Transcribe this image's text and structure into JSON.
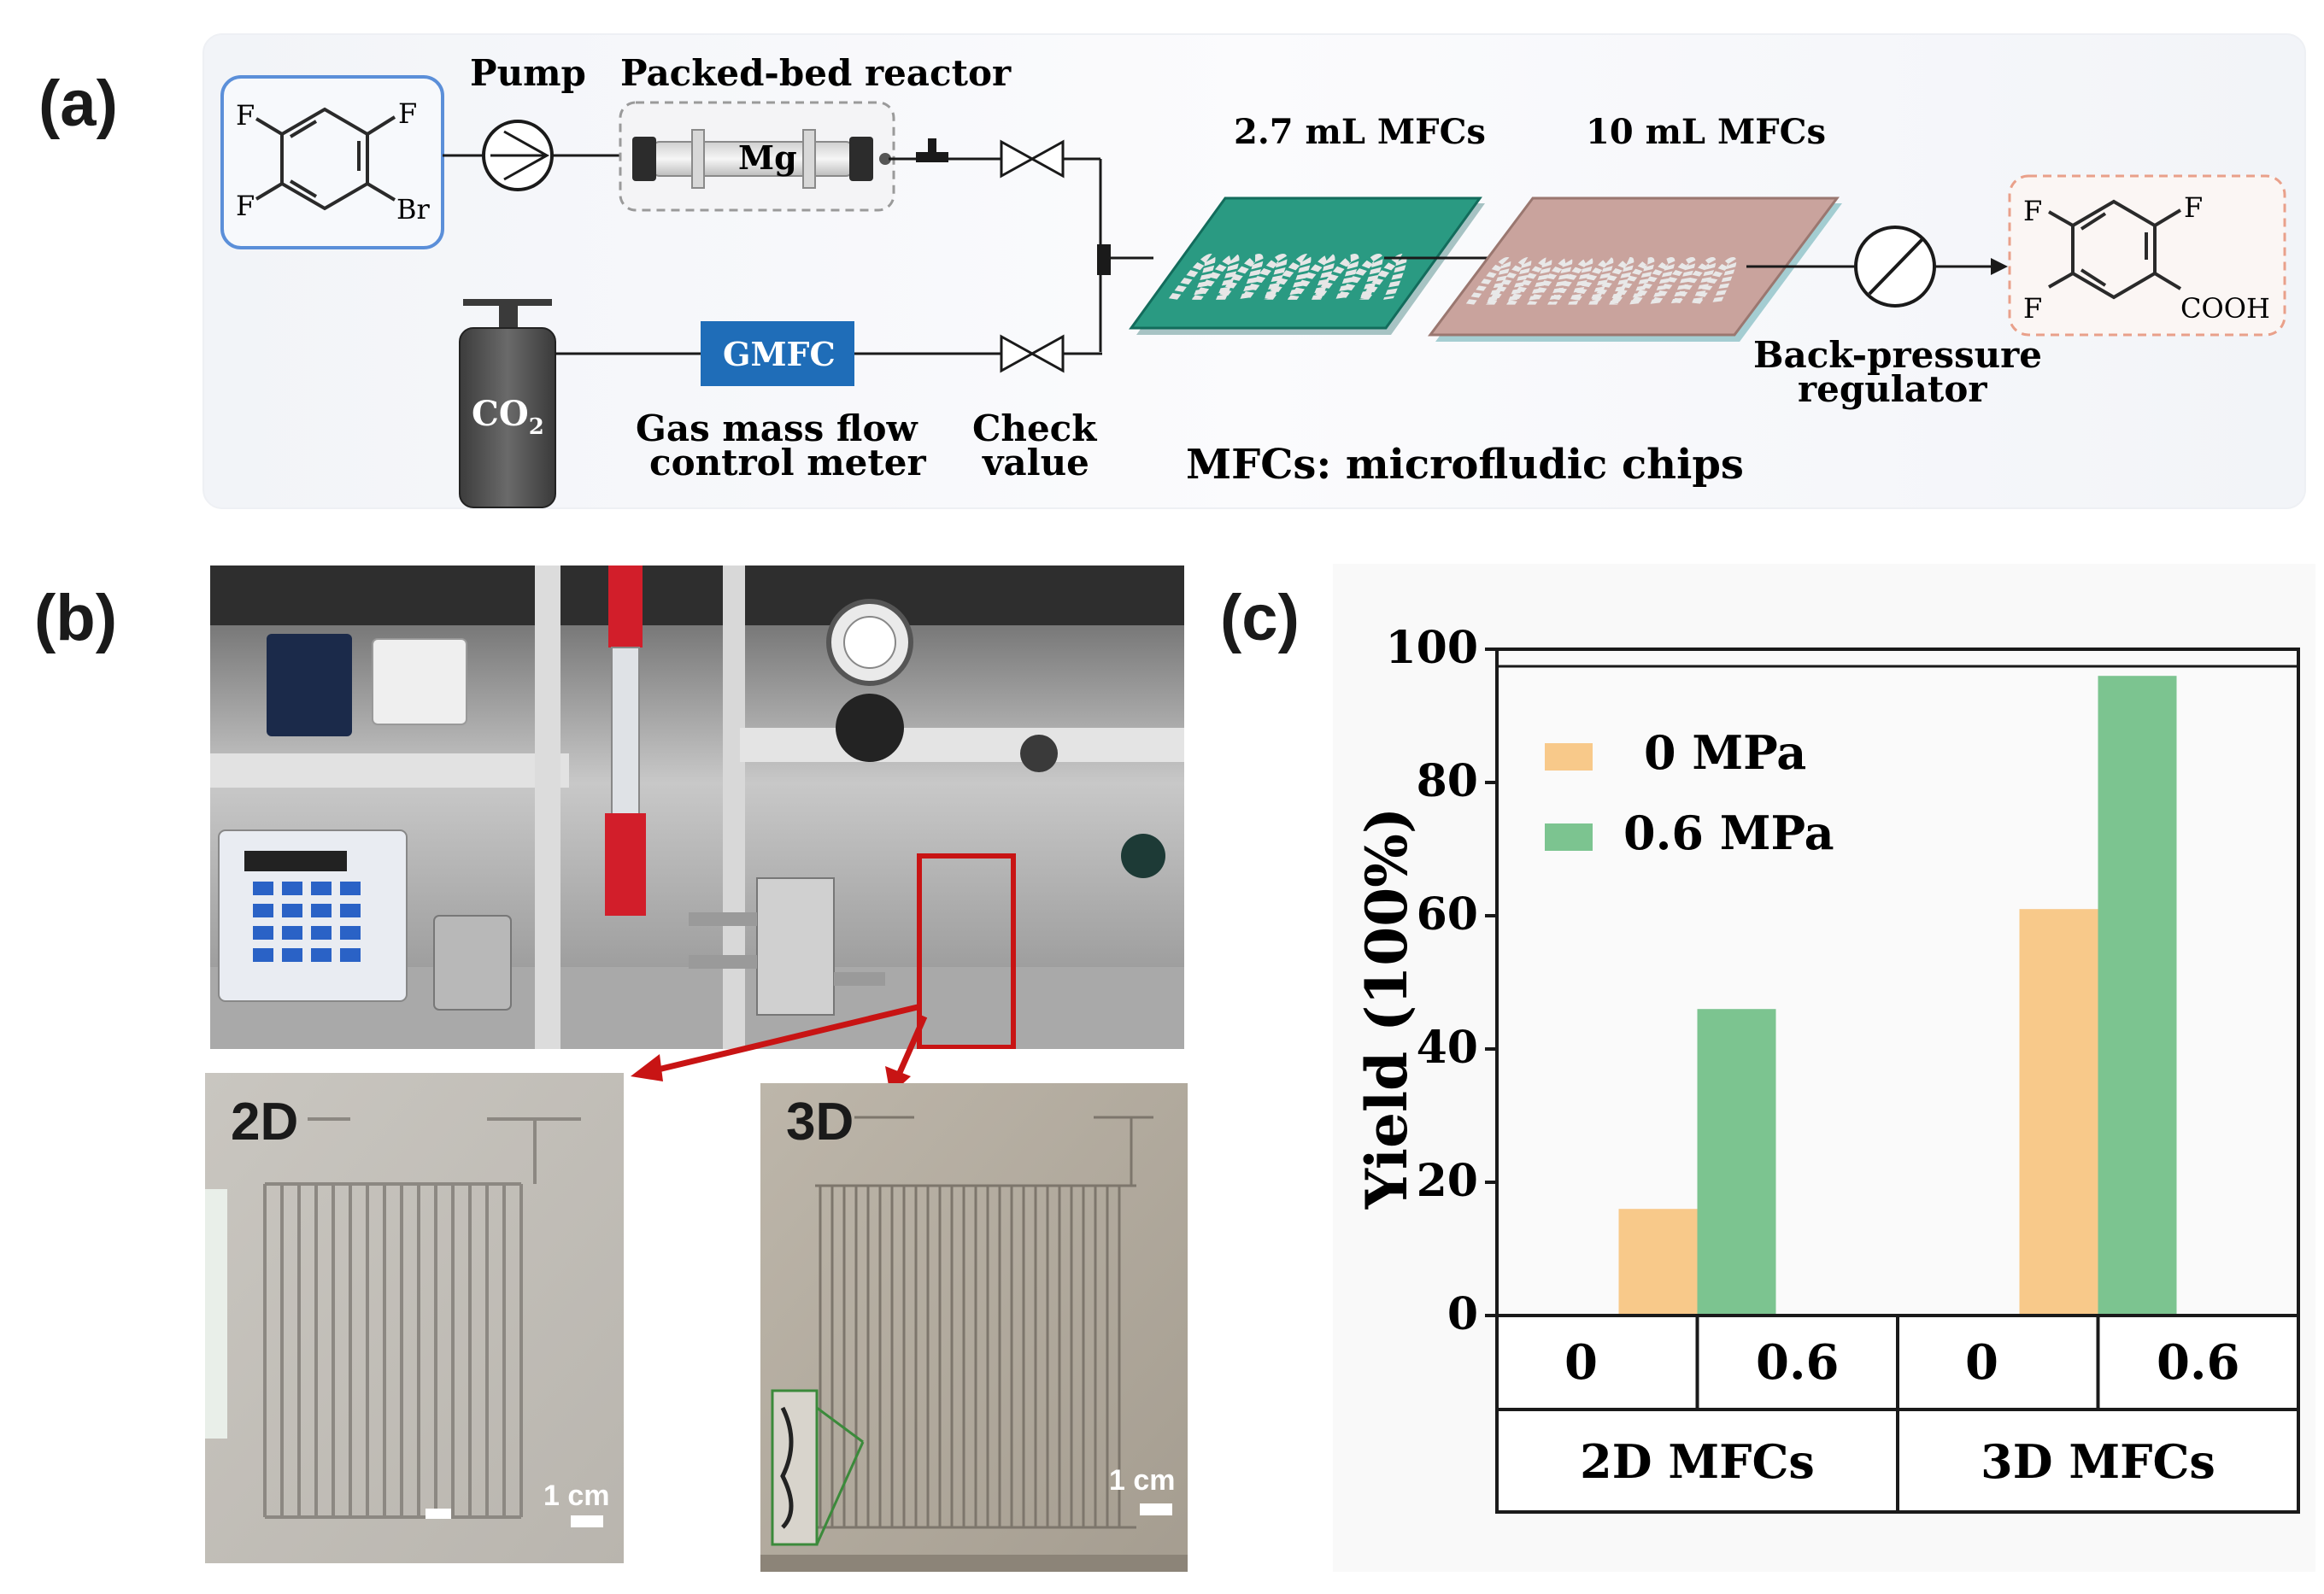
{
  "panels": {
    "a": "(a)",
    "b": "(b)",
    "c": "(c)"
  },
  "scheme": {
    "pump": "Pump",
    "reactor": "Packed-bed reactor",
    "mg": "Mg",
    "mfc1": "2.7 mL MFCs",
    "mfc2": "10 mL MFCs",
    "gmfc": "GMFC",
    "gmfc_caption_1": "Gas mass flow",
    "gmfc_caption_2": "control meter",
    "check_1": "Check",
    "check_2": "value",
    "bpr_1": "Back-pressure",
    "bpr_2": "regulator",
    "co2_main": "CO",
    "co2_sub": "2",
    "legend": "MFCs: microfludic chips",
    "reactant_atoms": {
      "f1": "F",
      "f2": "F",
      "f3": "F",
      "br": "Br"
    },
    "product_atoms": {
      "f1": "F",
      "f2": "F",
      "f3": "F",
      "cooh": "COOH"
    }
  },
  "photos": {
    "chip2d_label": "2D",
    "chip3d_label": "3D",
    "scale_2d": "1 cm",
    "scale_3d": "1 cm"
  },
  "chart_data": {
    "type": "bar",
    "ylabel": "Yield (100%)",
    "ylim": [
      0,
      100
    ],
    "yticks": [
      "0",
      "20",
      "40",
      "60",
      "80",
      "100"
    ],
    "groups": [
      {
        "name": "2D MFCs",
        "categories": [
          "0",
          "0.6"
        ],
        "values": [
          16,
          46
        ]
      },
      {
        "name": "3D MFCs",
        "categories": [
          "0",
          "0.6"
        ],
        "values": [
          61,
          96
        ]
      }
    ],
    "series": [
      {
        "name": "0 MPa",
        "color": "#f8c98a"
      },
      {
        "name": "0.6 MPa",
        "color": "#7cc490"
      }
    ],
    "legend_position": "top-left"
  }
}
